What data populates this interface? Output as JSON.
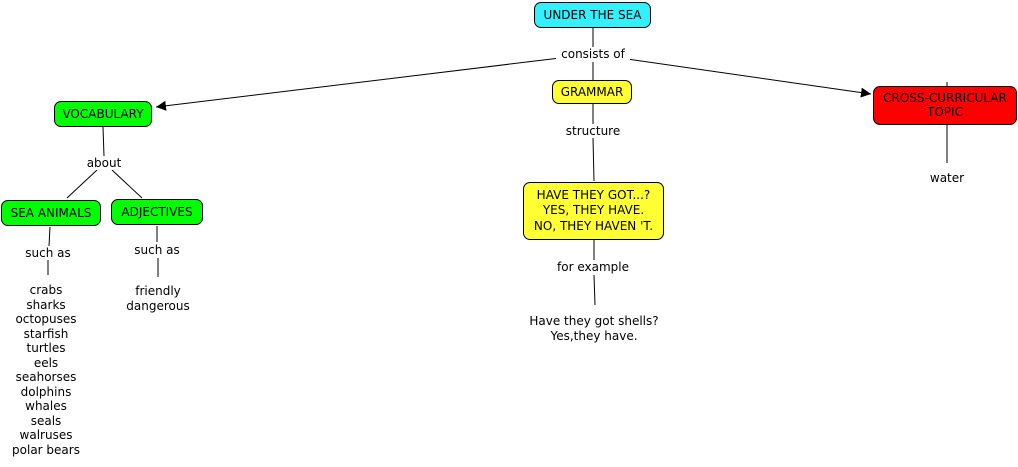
{
  "colors": {
    "root": "#33f0ff",
    "vocab": "#00ff00",
    "grammar": "#ffff33",
    "topic": "#ff0000",
    "line": "#000000"
  },
  "nodes": {
    "under_the_sea": "UNDER THE SEA",
    "vocabulary": "VOCABULARY",
    "grammar": "GRAMMAR",
    "cross_curricular": [
      "CROSS-CURRICULAR",
      "TOPIC"
    ],
    "sea_animals": "SEA ANIMALS",
    "adjectives": "ADJECTIVES",
    "have_they_got": [
      "HAVE THEY GOT...?",
      "YES, THEY HAVE.",
      "NO, THEY HAVEN 'T."
    ]
  },
  "links": {
    "consists_of": "consists of",
    "about": "about",
    "structure": "structure",
    "such_as_animals": "such as",
    "such_as_adjectives": "such as",
    "for_example": "for example"
  },
  "leaves": {
    "animals": [
      "crabs",
      "sharks",
      "octopuses",
      "starfish",
      "turtles",
      "eels",
      "seahorses",
      "dolphins",
      "whales",
      "seals",
      "walruses",
      "polar bears"
    ],
    "adjectives": [
      "friendly",
      "dangerous"
    ],
    "example": [
      "Have they got shells?",
      "Yes,they have."
    ],
    "topic": "water"
  }
}
